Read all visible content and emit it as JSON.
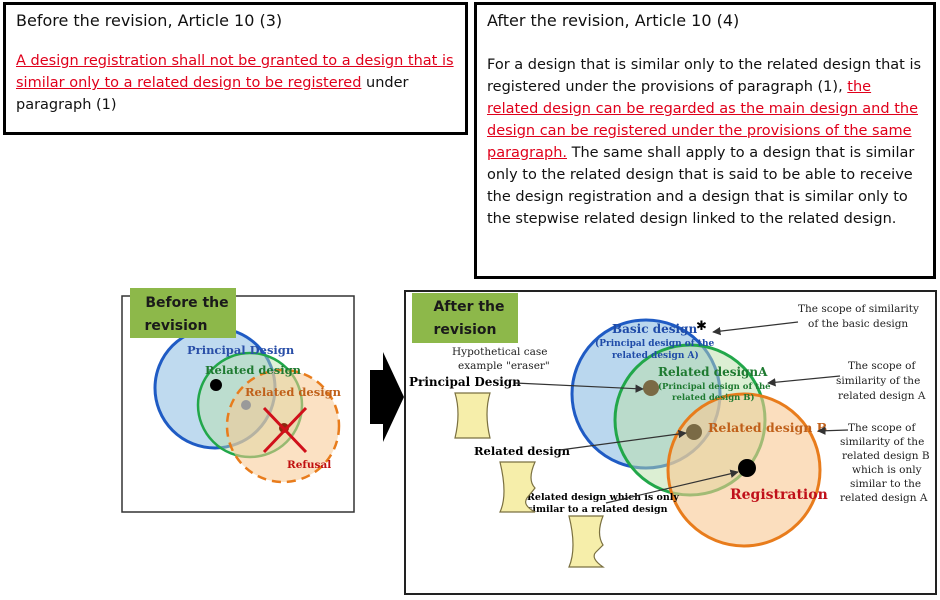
{
  "before_box": {
    "title": "Before the revision, Article 10 (3)",
    "text_red": "A design registration shall not be granted to a design that is similar only to a related design to be registered",
    "text_black": " under paragraph (1)"
  },
  "after_box": {
    "title": "After the revision, Article 10 (4)",
    "text_1": "For a design that is similar only to the related design that is registered under the provisions of paragraph (1), ",
    "text_red": "the related design can be regarded as the main design and the design can be registered under the provisions of the same paragraph.",
    "text_2": " The same shall apply to a design that is similar only to the related design that is said to be able to receive the design registration and a design that is similar only to the stepwise related design linked to the related design."
  },
  "left_diagram": {
    "tag_line1": "Before the",
    "tag_line2": "revision",
    "principal": "Principal Design",
    "related": "Related design",
    "related2": "Related design",
    "refusal": "Refusal"
  },
  "right_diagram": {
    "tag_line1": "After the",
    "tag_line2": "revision",
    "hypo_line1": "Hypothetical case",
    "hypo_line2": "example \"eraser\"",
    "principal_design": "Principal Design",
    "related_design": "Related design",
    "related_only_line1": "Related design which is only",
    "related_only_line2": "similar to a related design",
    "basic_design": "Basic design",
    "basic_sub1": "(Principal design of the",
    "basic_sub2": "related design A)",
    "related_a": "Related designA",
    "related_a_sub1": "(Principal design of the",
    "related_a_sub2": "related design B)",
    "related_b": "Related design B",
    "registration": "Registration",
    "scope_basic_1": "The scope of similarity",
    "scope_basic_2": "of the basic design",
    "scope_a_1": "The scope of",
    "scope_a_2": "similarity of the",
    "scope_a_3": "related design A",
    "scope_b_1": "The scope of",
    "scope_b_2": "similarity of the",
    "scope_b_3": "related design B",
    "scope_b_4": "which is only",
    "scope_b_5": "similar to the",
    "scope_b_6": "related design A"
  },
  "colors": {
    "accent_red": "#e0001b",
    "tag_green": "#8db84a",
    "blue": "#1f5bc4",
    "green": "#22a74a",
    "orange": "#e87c1c"
  }
}
